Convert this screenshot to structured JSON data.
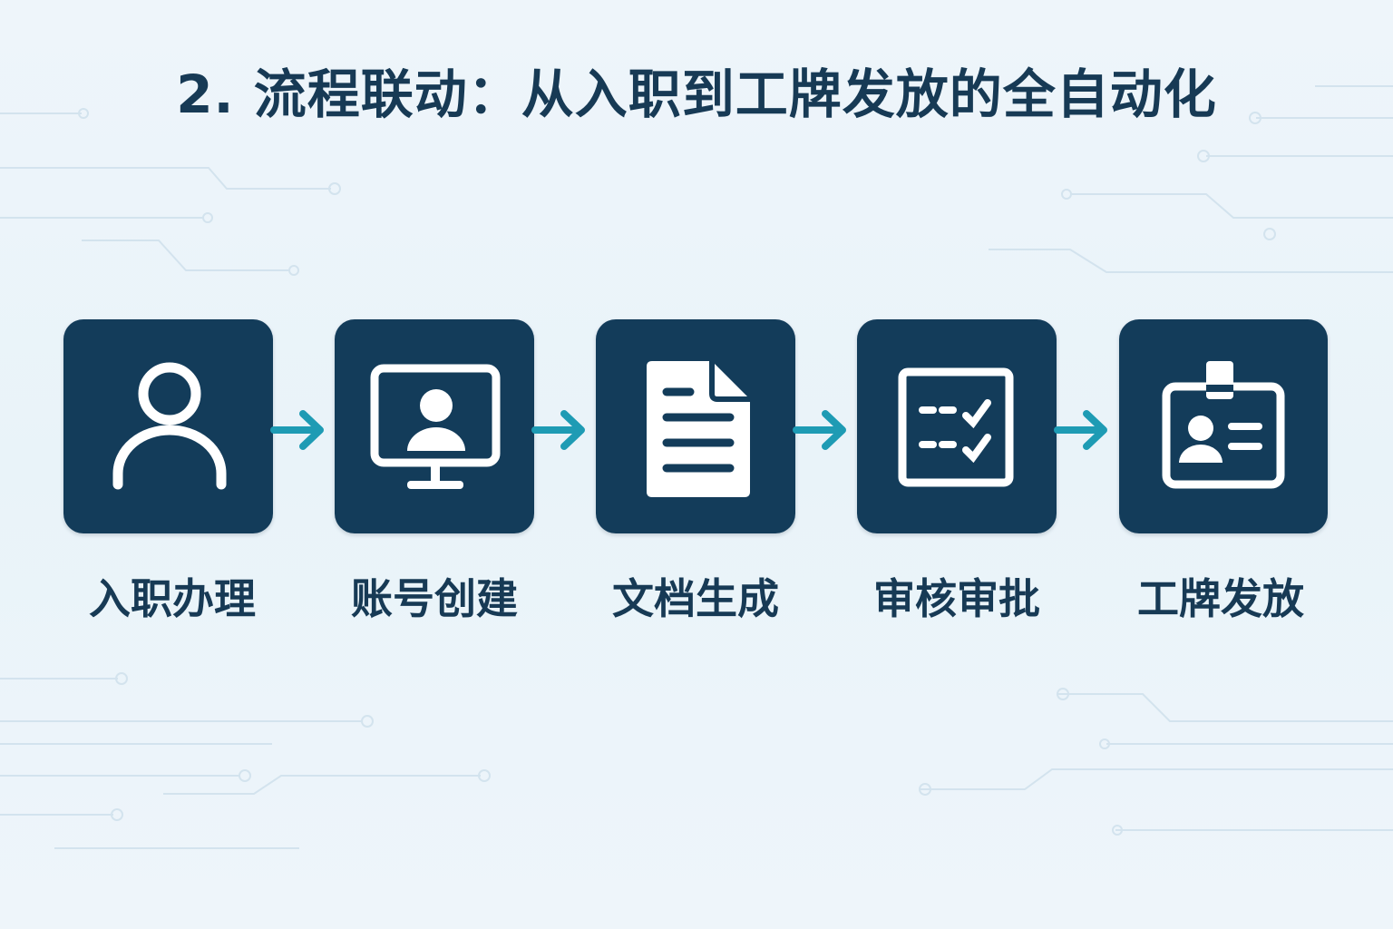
{
  "title": "2. 流程联动：从入职到工牌发放的全自动化",
  "steps": [
    {
      "label": "入职办理",
      "icon": "person-icon"
    },
    {
      "label": "账号创建",
      "icon": "monitor-user-icon"
    },
    {
      "label": "文档生成",
      "icon": "document-icon"
    },
    {
      "label": "审核审批",
      "icon": "checklist-icon"
    },
    {
      "label": "工牌发放",
      "icon": "id-badge-icon"
    }
  ],
  "colors": {
    "tile": "#133c5a",
    "arrow": "#1e9bb4",
    "text": "#173a55",
    "icon": "#ffffff"
  }
}
